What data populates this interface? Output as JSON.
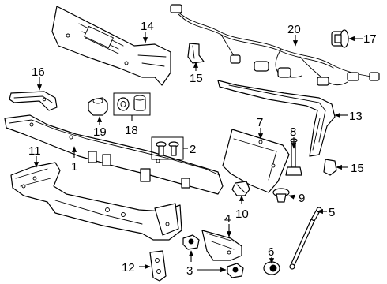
{
  "callouts": {
    "c1": "1",
    "c2": "2",
    "c3": "3",
    "c4": "4",
    "c5": "5",
    "c6": "6",
    "c7": "7",
    "c8": "8",
    "c9": "9",
    "c10": "10",
    "c11": "11",
    "c12": "12",
    "c13": "13",
    "c14": "14",
    "c15a": "15",
    "c15b": "15",
    "c16": "16",
    "c17": "17",
    "c18": "18",
    "c19": "19",
    "c20": "20"
  },
  "colors": {
    "line": "#000000",
    "background": "#ffffff"
  }
}
